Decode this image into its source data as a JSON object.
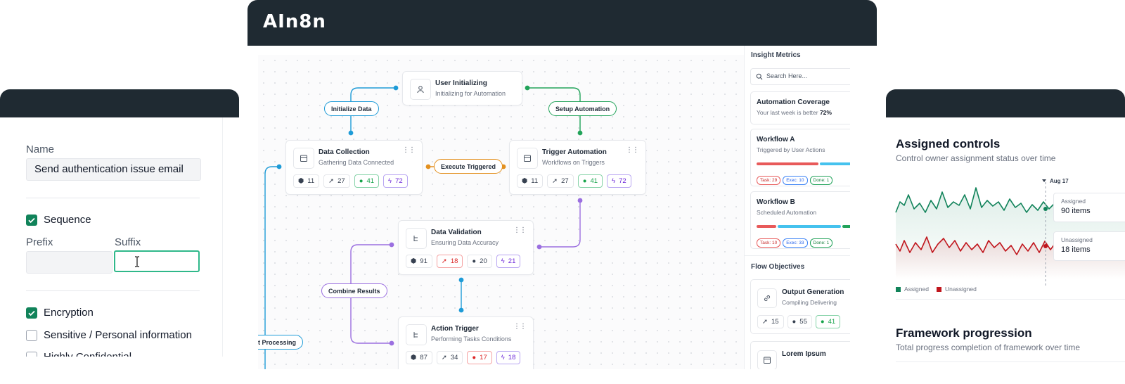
{
  "left_form": {
    "name_label": "Name",
    "name_value": "Send authentication issue email",
    "sequence_label": "Sequence",
    "sequence_checked": true,
    "prefix_label": "Prefix",
    "suffix_label": "Suffix",
    "prefix_value": "",
    "suffix_value": "",
    "encryption_label": "Encryption",
    "encryption_checked": true,
    "sensitive_label": "Sensitive / Personal information",
    "sensitive_checked": false,
    "partial_label": "Highly Confidential"
  },
  "app": {
    "logo": "AIn8n",
    "accent_blue": "#1e9bd7",
    "accent_green": "#22a35a",
    "accent_orange": "#e3901f",
    "accent_purple": "#9b6fe0"
  },
  "workflow": {
    "nodes": {
      "user": {
        "title": "User Initializing",
        "subtitle": "Initializing for Automation"
      },
      "collection": {
        "title": "Data Collection",
        "subtitle": "Gathering Data Connected",
        "badges": [
          "11",
          "27",
          "41",
          "72"
        ]
      },
      "trigger": {
        "title": "Trigger Automation",
        "subtitle": "Workflows on Triggers",
        "badges": [
          "11",
          "27",
          "41",
          "72"
        ]
      },
      "validation": {
        "title": "Data Validation",
        "subtitle": "Ensuring Data Accuracy",
        "badges": [
          "91",
          "18",
          "20",
          "21"
        ]
      },
      "action": {
        "title": "Action Trigger",
        "subtitle": "Performing Tasks Conditions",
        "badges": [
          "87",
          "34",
          "17",
          "18"
        ]
      }
    },
    "pills": {
      "init_data": "Initialize Data",
      "setup_auto": "Setup Automation",
      "exec_triggered": "Execute Triggered",
      "combine": "Combine Results",
      "select_processing": "ct Processing"
    }
  },
  "sidebar": {
    "insight_header": "Insight Metrics",
    "search_placeholder": "Search Here...",
    "coverage_title": "Automation Coverage",
    "coverage_sub": "Your last week is better",
    "coverage_pct": "72%",
    "wf_a_title": "Workflow A",
    "wf_a_sub": "Triggered by User Actions",
    "wf_a_tags": [
      "Task: 29",
      "Exec: 10",
      "Done: 1"
    ],
    "wf_b_title": "Workflow B",
    "wf_b_sub": "Scheduled Automation",
    "wf_b_tags": [
      "Task: 10",
      "Exec: 33",
      "Done: 1"
    ],
    "flow_header": "Flow Objectives",
    "output_title": "Output Generation",
    "output_sub": "Compiling Delivering",
    "output_badges": [
      "15",
      "55",
      "41"
    ],
    "lorem_title": "Lorem Ipsum"
  },
  "right_panel": {
    "assigned_title": "Assigned controls",
    "assigned_sub": "Control owner assignment status over time",
    "marker_date": "Aug 17",
    "tip_assigned_label": "Assigned",
    "tip_assigned_value": "90 items",
    "tip_unassigned_label": "Unassigned",
    "tip_unassigned_value": "18 items",
    "legend_assigned": "Assigned",
    "legend_unassigned": "Unassigned",
    "color_assigned": "#11835a",
    "color_unassigned": "#c0161d",
    "framework_title": "Framework progression",
    "framework_sub": "Total progress completion of framework over time"
  }
}
